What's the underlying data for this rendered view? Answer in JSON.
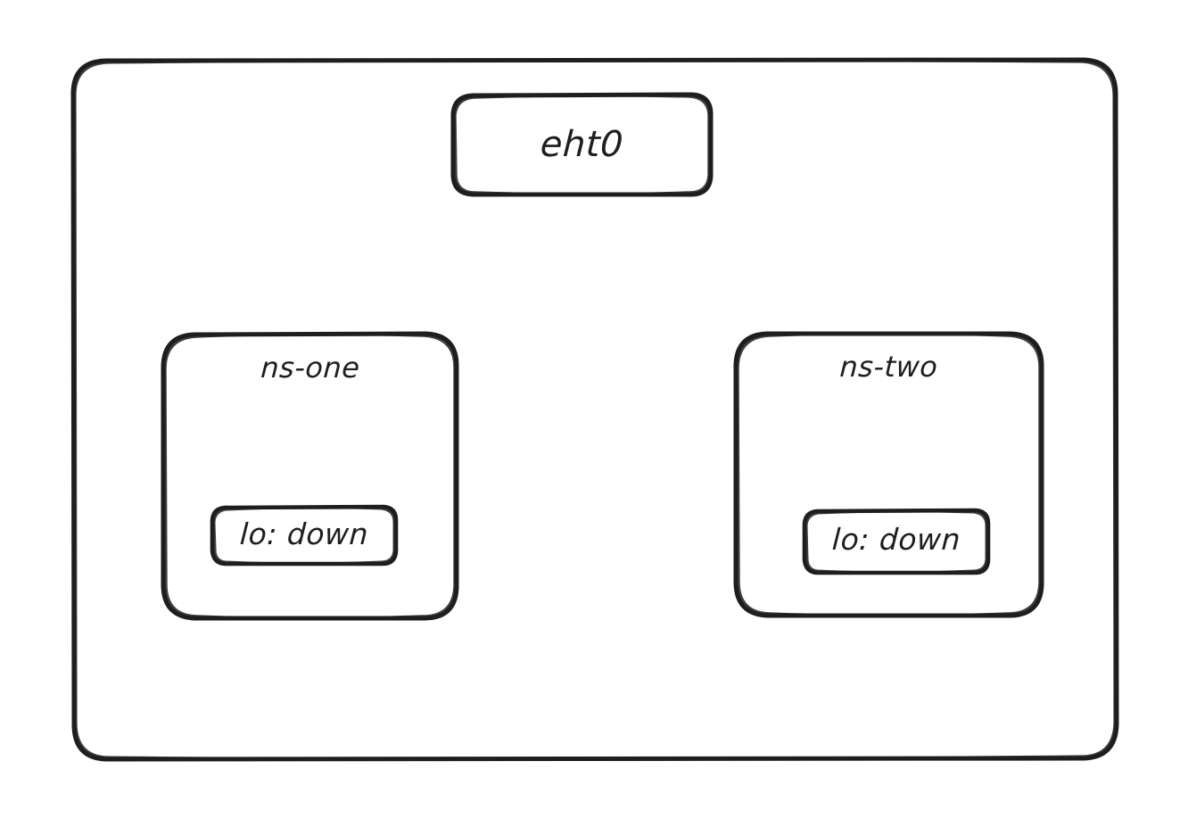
{
  "diagram": {
    "type": "network-namespace-diagram",
    "style": "hand-drawn",
    "background_color": "#ffffff",
    "stroke_color": "#1e1e1e",
    "host": {
      "name": "host-container",
      "interface": {
        "label": "eht0",
        "name": "interface-eht0"
      },
      "namespaces": [
        {
          "label": "ns-one",
          "name": "namespace-ns-one",
          "interfaces": [
            {
              "label": "lo: down",
              "name": "interface-lo",
              "state": "down"
            }
          ]
        },
        {
          "label": "ns-two",
          "name": "namespace-ns-two",
          "interfaces": [
            {
              "label": "lo: down",
              "name": "interface-lo",
              "state": "down"
            }
          ]
        }
      ]
    }
  }
}
